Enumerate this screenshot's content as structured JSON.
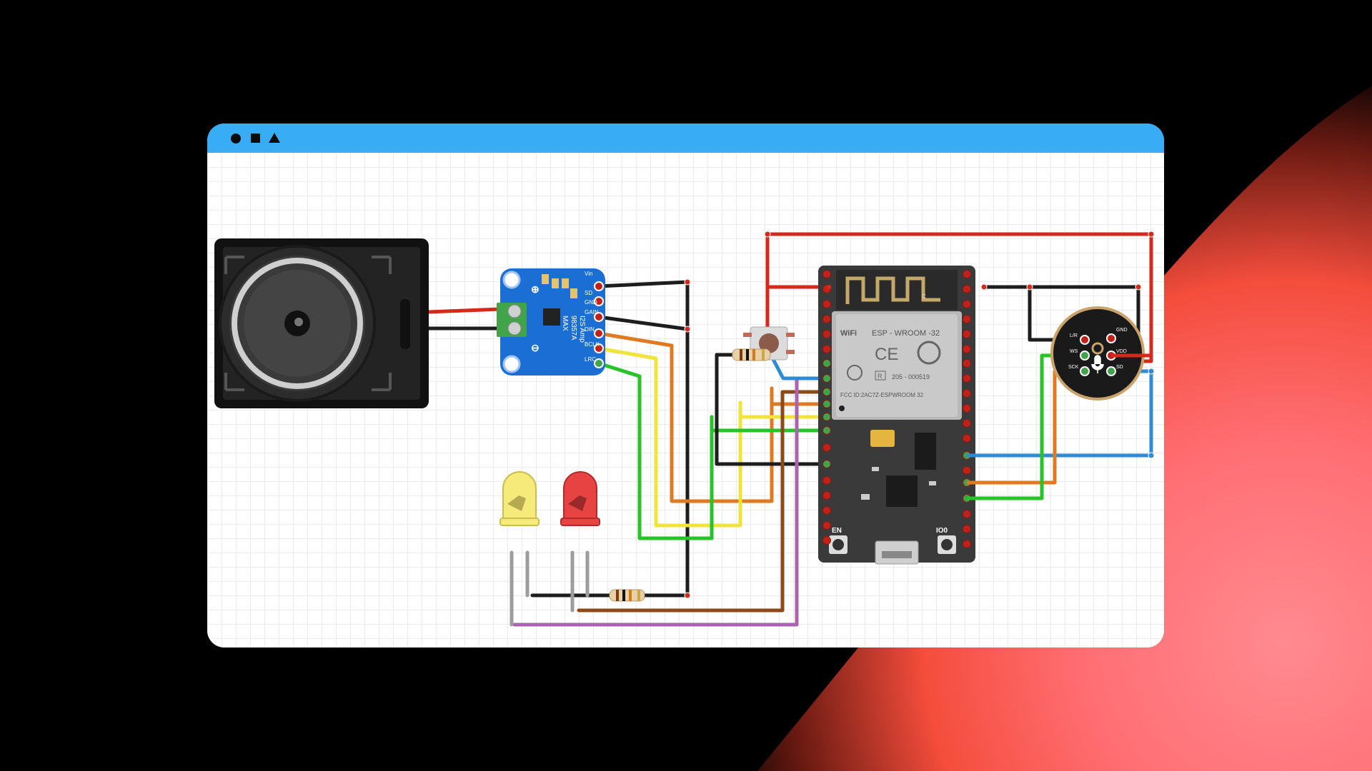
{
  "window": {
    "titlebar_color": "#38acf5",
    "titlebar_icons": [
      "circle-icon",
      "square-icon",
      "triangle-icon"
    ]
  },
  "amplifier": {
    "chip_label": "MAX",
    "part_label": "98357A",
    "name_label": "I2S Amp",
    "pins_top": [
      "Vin",
      "GND",
      "SD",
      "GAIN"
    ],
    "pins_bottom": [
      "DIN",
      "BCLK",
      "LRC"
    ]
  },
  "esp32": {
    "module_label": "ESP - WROOM -32",
    "wifi_label": "WiFi",
    "marks": "CE",
    "reg_mark": "R",
    "reg_number": "205 - 000519",
    "fcc_label": "FCC ID:2AC7Z-ESPWROOM 32",
    "corner_label": "C",
    "button_en": "EN",
    "button_io0": "IO0"
  },
  "microphone": {
    "pins_left": [
      "L/R",
      "WS",
      "SCK"
    ],
    "pins_right": [
      "GND",
      "VDD",
      "SD"
    ]
  },
  "wire_colors": {
    "power": "#d32a1c",
    "ground": "#1d1d1d",
    "green": "#28c22a",
    "yellow": "#f0e43a",
    "orange": "#e07a22",
    "blue": "#2f8bd6",
    "brown": "#8b4a17",
    "purple": "#a964b0",
    "gray": "#9c9c9c"
  }
}
